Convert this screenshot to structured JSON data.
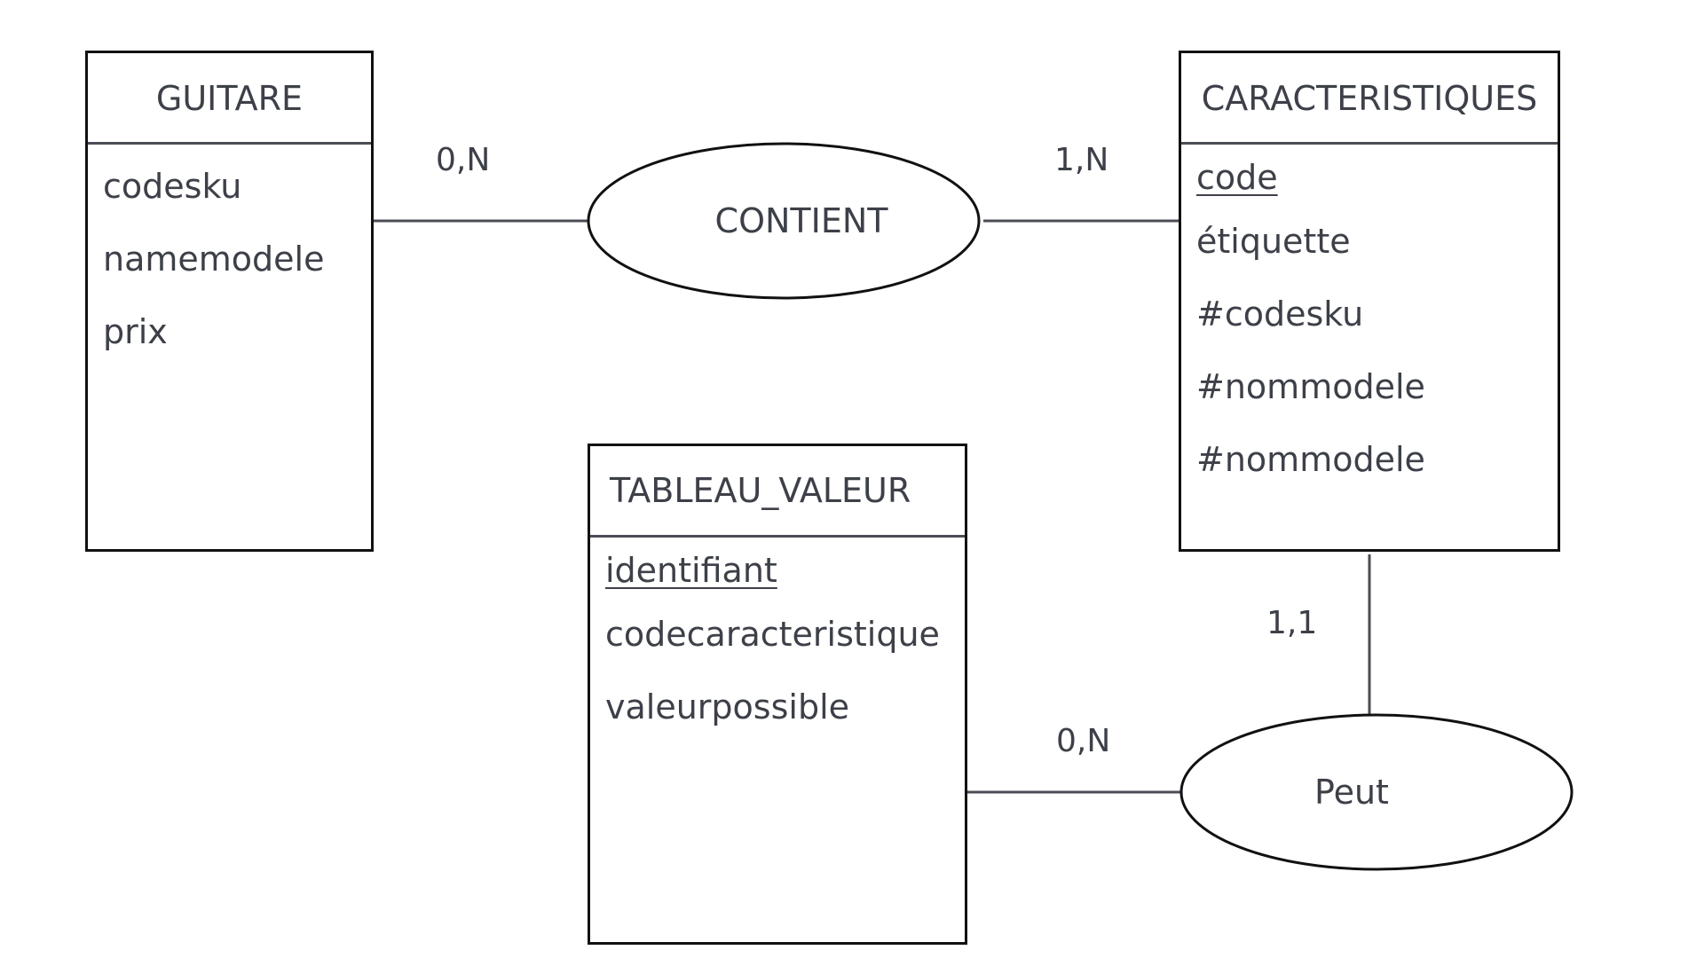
{
  "entities": {
    "guitare": {
      "title": "GUITARE",
      "attributes": [
        "codesku",
        "namemodele",
        "prix"
      ]
    },
    "caracteristiques": {
      "title": "CARACTERISTIQUES",
      "key": "code",
      "attributes": [
        "étiquette",
        "#codesku",
        "#nommodele",
        "#nommodele"
      ]
    },
    "tableau_valeur": {
      "title": "TABLEAU_VALEUR",
      "key": "identifiant",
      "attributes": [
        "codecaracteristique",
        "valeurpossible"
      ]
    }
  },
  "relations": {
    "contient": {
      "label": "CONTIENT",
      "card_left": "0,N",
      "card_right": "1,N"
    },
    "peut": {
      "label": "Peut",
      "card_top": "1,1",
      "card_left": "0,N"
    }
  }
}
